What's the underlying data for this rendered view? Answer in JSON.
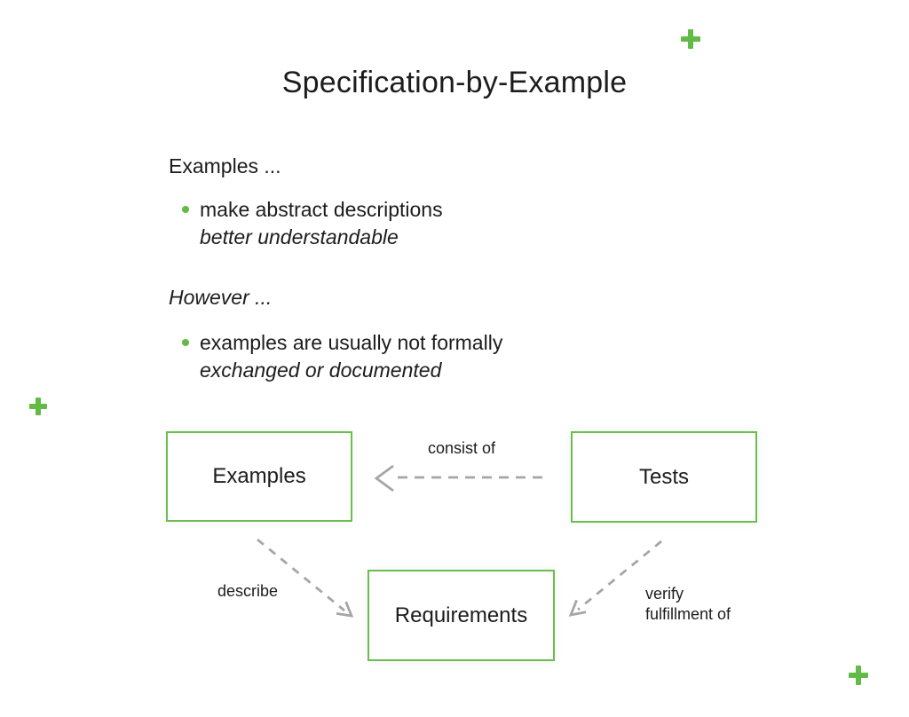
{
  "slide": {
    "title": "Specification-by-Example",
    "sections": [
      {
        "heading": "Examples ...",
        "bullet_line1": "make abstract descriptions",
        "bullet_line2": "better understandable"
      },
      {
        "heading": "However ...",
        "bullet_line1": "examples are usually not formally",
        "bullet_line2": "exchanged or documented"
      }
    ]
  },
  "diagram": {
    "boxes": {
      "examples": "Examples",
      "tests": "Tests",
      "requirements": "Requirements"
    },
    "edge_labels": {
      "consist_of": "consist of",
      "describe": "describe",
      "verify_line1": "verify",
      "verify_line2": "fulfillment of"
    },
    "edges": [
      {
        "from": "tests",
        "to": "examples",
        "label": "consist of",
        "style": "dashed-open-arrow"
      },
      {
        "from": "examples",
        "to": "requirements",
        "label": "describe",
        "style": "dashed-open-arrow"
      },
      {
        "from": "tests",
        "to": "requirements",
        "label": "verify fulfillment of",
        "style": "dashed-open-arrow"
      }
    ]
  },
  "decorations": {
    "plus_marks": 3
  },
  "colors": {
    "green": "#62bb46",
    "box_border_green": "#6abf4c",
    "arrow_gray": "#a6a6a6",
    "text": "#1f1f1f",
    "background": "#ffffff"
  }
}
